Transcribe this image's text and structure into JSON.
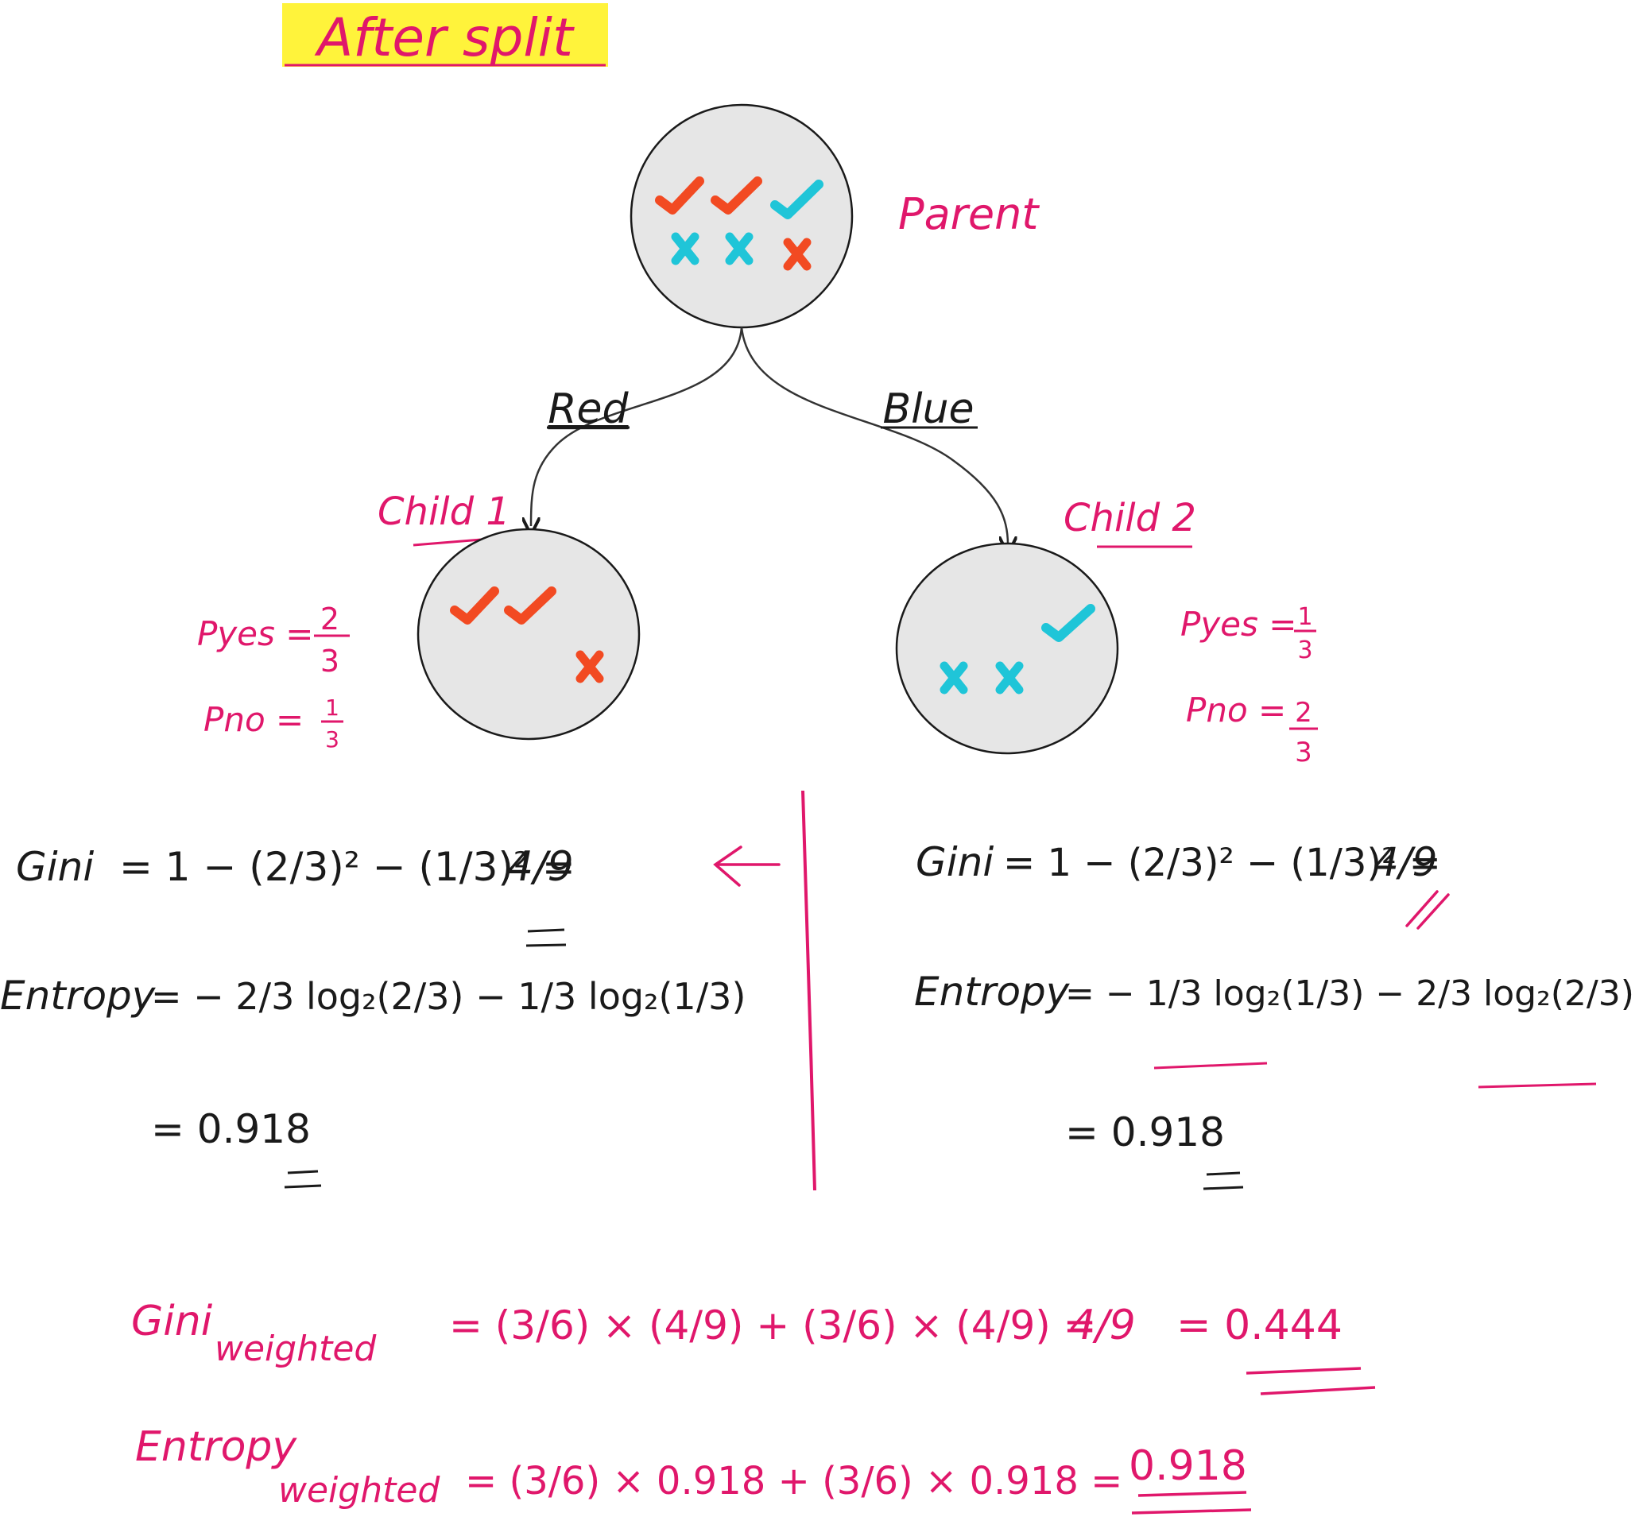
{
  "title": "After split",
  "colors": {
    "highlight": "#fff33b",
    "pink": "#e0176b",
    "red_mark": "#f24a22",
    "cyan_mark": "#1fc5d8",
    "node_fill": "#e6e6e6",
    "ink": "#1a1a1a"
  },
  "nodes": {
    "parent": {
      "label": "Parent",
      "marks": [
        "check-red",
        "check-red",
        "check-cyan",
        "cross-cyan",
        "cross-cyan",
        "cross-red"
      ]
    },
    "child1": {
      "label": "Child 1",
      "marks": [
        "check-red",
        "check-red",
        "cross-red"
      ],
      "p_yes": {
        "label": "Pyes =",
        "num": "2",
        "den": "3"
      },
      "p_no": {
        "label": "Pno =",
        "num": "1",
        "den": "3"
      }
    },
    "child2": {
      "label": "Child 2",
      "marks": [
        "cross-cyan",
        "cross-cyan",
        "check-cyan"
      ],
      "p_yes": {
        "label": "Pyes =",
        "num": "1",
        "den": "3"
      },
      "p_no": {
        "label": "Pno =",
        "num": "2",
        "den": "3"
      }
    }
  },
  "edges": {
    "left_label": "Red",
    "right_label": "Blue"
  },
  "left_calc": {
    "gini_label": "Gini",
    "gini_expr": "= 1 − (2/3)² − (1/3)² =",
    "gini_result": "4/9",
    "entropy_label": "Entropy",
    "entropy_expr": "= − 2/3 log₂(2/3) − 1/3 log₂(1/3)",
    "entropy_result": "= 0.918"
  },
  "right_calc": {
    "gini_label": "Gini",
    "gini_expr": "= 1 − (2/3)² − (1/3)² =",
    "gini_result": "4/9",
    "entropy_label": "Entropy",
    "entropy_expr": "= − 1/3 log₂(1/3) − 2/3 log₂(2/3)",
    "entropy_result": "= 0.918"
  },
  "weighted": {
    "gini_label": "Gini",
    "gini_sub": "weighted",
    "gini_expr": "= (3/6) × (4/9) + (3/6) × (4/9) =",
    "gini_frac": "4/9",
    "gini_result": "= 0.444",
    "entropy_label": "Entropy",
    "entropy_sub": "weighted",
    "entropy_expr": "= (3/6) × 0.918 + (3/6) × 0.918 =",
    "entropy_result": "0.918"
  }
}
